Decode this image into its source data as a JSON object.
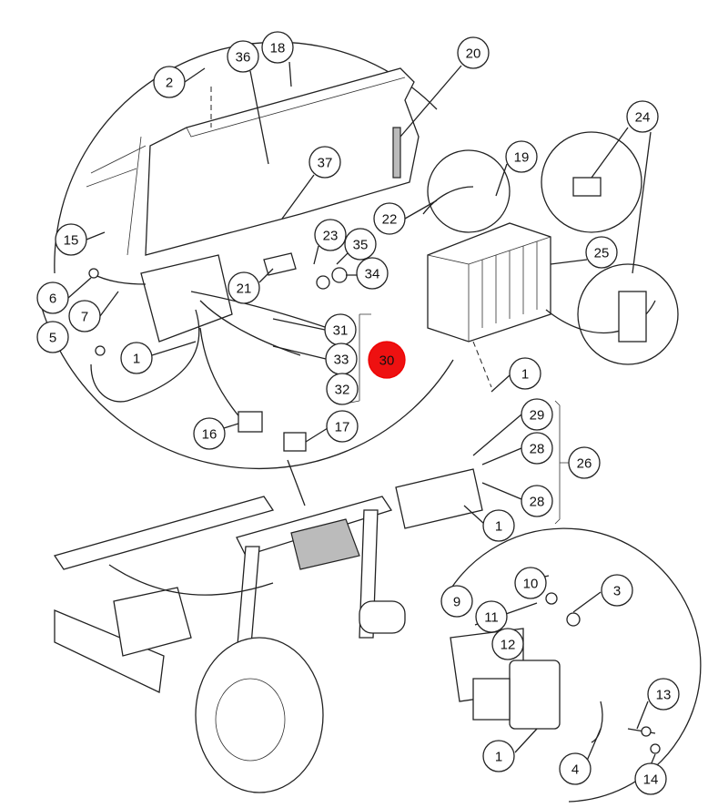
{
  "diagram": {
    "highlight_color": "#ee1111",
    "highlighted_callout": "30",
    "callouts": [
      {
        "label": "2"
      },
      {
        "label": "36"
      },
      {
        "label": "18"
      },
      {
        "label": "20"
      },
      {
        "label": "37"
      },
      {
        "label": "19"
      },
      {
        "label": "24"
      },
      {
        "label": "15"
      },
      {
        "label": "23"
      },
      {
        "label": "35"
      },
      {
        "label": "22"
      },
      {
        "label": "25"
      },
      {
        "label": "21"
      },
      {
        "label": "34"
      },
      {
        "label": "6"
      },
      {
        "label": "7"
      },
      {
        "label": "5"
      },
      {
        "label": "31"
      },
      {
        "label": "1"
      },
      {
        "label": "33"
      },
      {
        "label": "30"
      },
      {
        "label": "32"
      },
      {
        "label": "1"
      },
      {
        "label": "16"
      },
      {
        "label": "17"
      },
      {
        "label": "29"
      },
      {
        "label": "28"
      },
      {
        "label": "26"
      },
      {
        "label": "28"
      },
      {
        "label": "1"
      },
      {
        "label": "10"
      },
      {
        "label": "3"
      },
      {
        "label": "9"
      },
      {
        "label": "11"
      },
      {
        "label": "12"
      },
      {
        "label": "13"
      },
      {
        "label": "1"
      },
      {
        "label": "4"
      },
      {
        "label": "14"
      }
    ]
  }
}
